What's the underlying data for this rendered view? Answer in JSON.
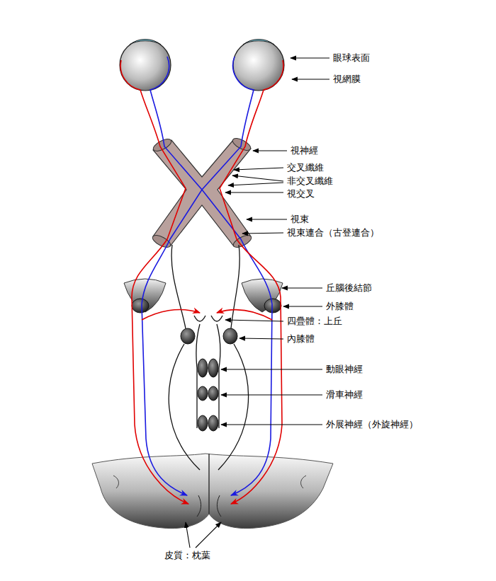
{
  "diagram": {
    "labels": [
      "眼球表面",
      "視網膜",
      "視神經",
      "交叉纖維",
      "非交叉纖維",
      "視交叉",
      "視束",
      "視束連合（古登連合）",
      "丘腦後結節",
      "外膝體",
      "四疊體：上丘",
      "內膝體",
      "動眼神經",
      "滑車神經",
      "外展神經（外旋神經）",
      "皮質：枕葉"
    ]
  }
}
